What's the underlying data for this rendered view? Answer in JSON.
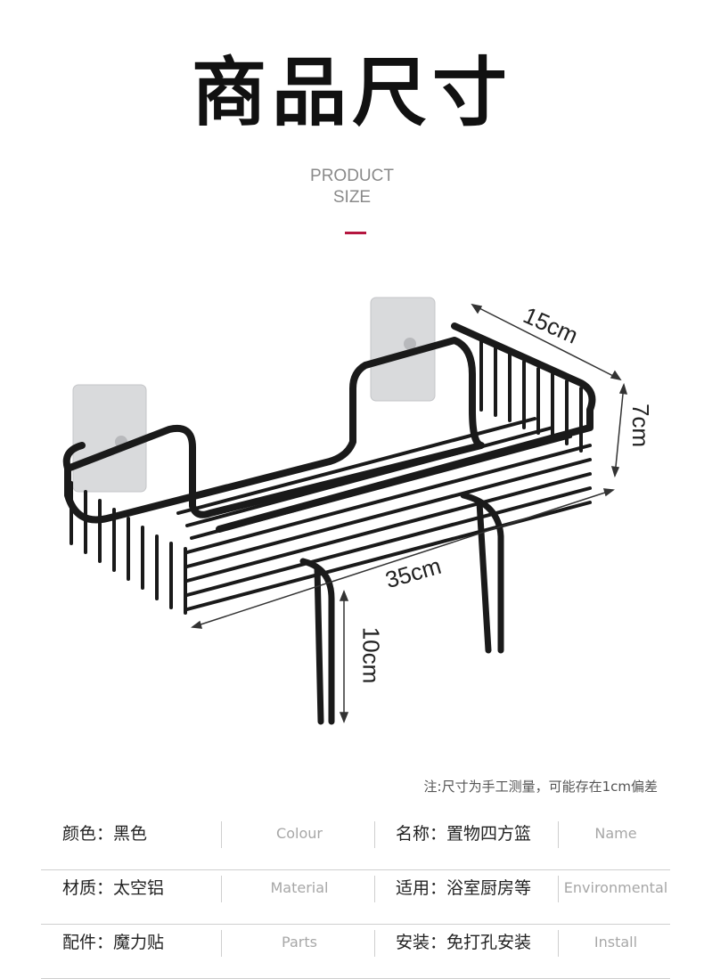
{
  "header": {
    "title": "商品尺寸",
    "subtitle_line1": "PRODUCT",
    "subtitle_line2": "SIZE",
    "accent_color": "#b5163f"
  },
  "dimensions": {
    "width": "15cm",
    "height": "7cm",
    "length": "35cm",
    "leg": "10cm"
  },
  "note": "注:尺寸为手工测量，可能存在1cm偏差",
  "specs": [
    {
      "label": "颜色：黑色",
      "en": "Colour",
      "label2": "名称：置物四方篮",
      "en2": "Name"
    },
    {
      "label": "材质：太空铝",
      "en": "Material",
      "label2": "适用：浴室厨房等",
      "en2": "Environmental"
    },
    {
      "label": "配件：魔力贴",
      "en": "Parts",
      "label2": "安装：免打孔安装",
      "en2": "Install"
    }
  ]
}
